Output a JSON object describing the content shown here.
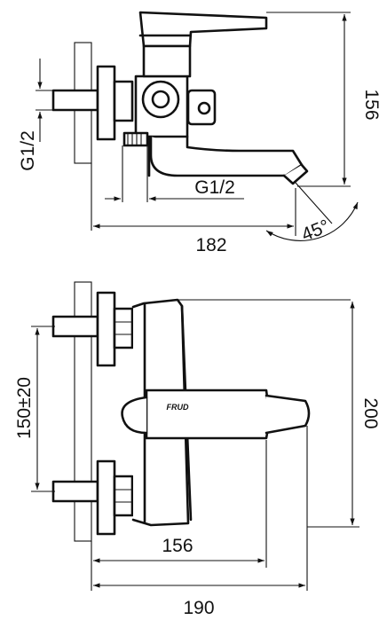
{
  "drawing": {
    "top_view": {
      "dim_height": "156",
      "dim_inlet_left": "G1/2",
      "dim_outlet": "G1/2",
      "dim_width": "182",
      "dim_angle": "45°"
    },
    "front_view": {
      "dim_axis": "150±20",
      "dim_height": "200",
      "dim_body": "156",
      "dim_width": "190"
    },
    "logo_text": "FRUD"
  }
}
